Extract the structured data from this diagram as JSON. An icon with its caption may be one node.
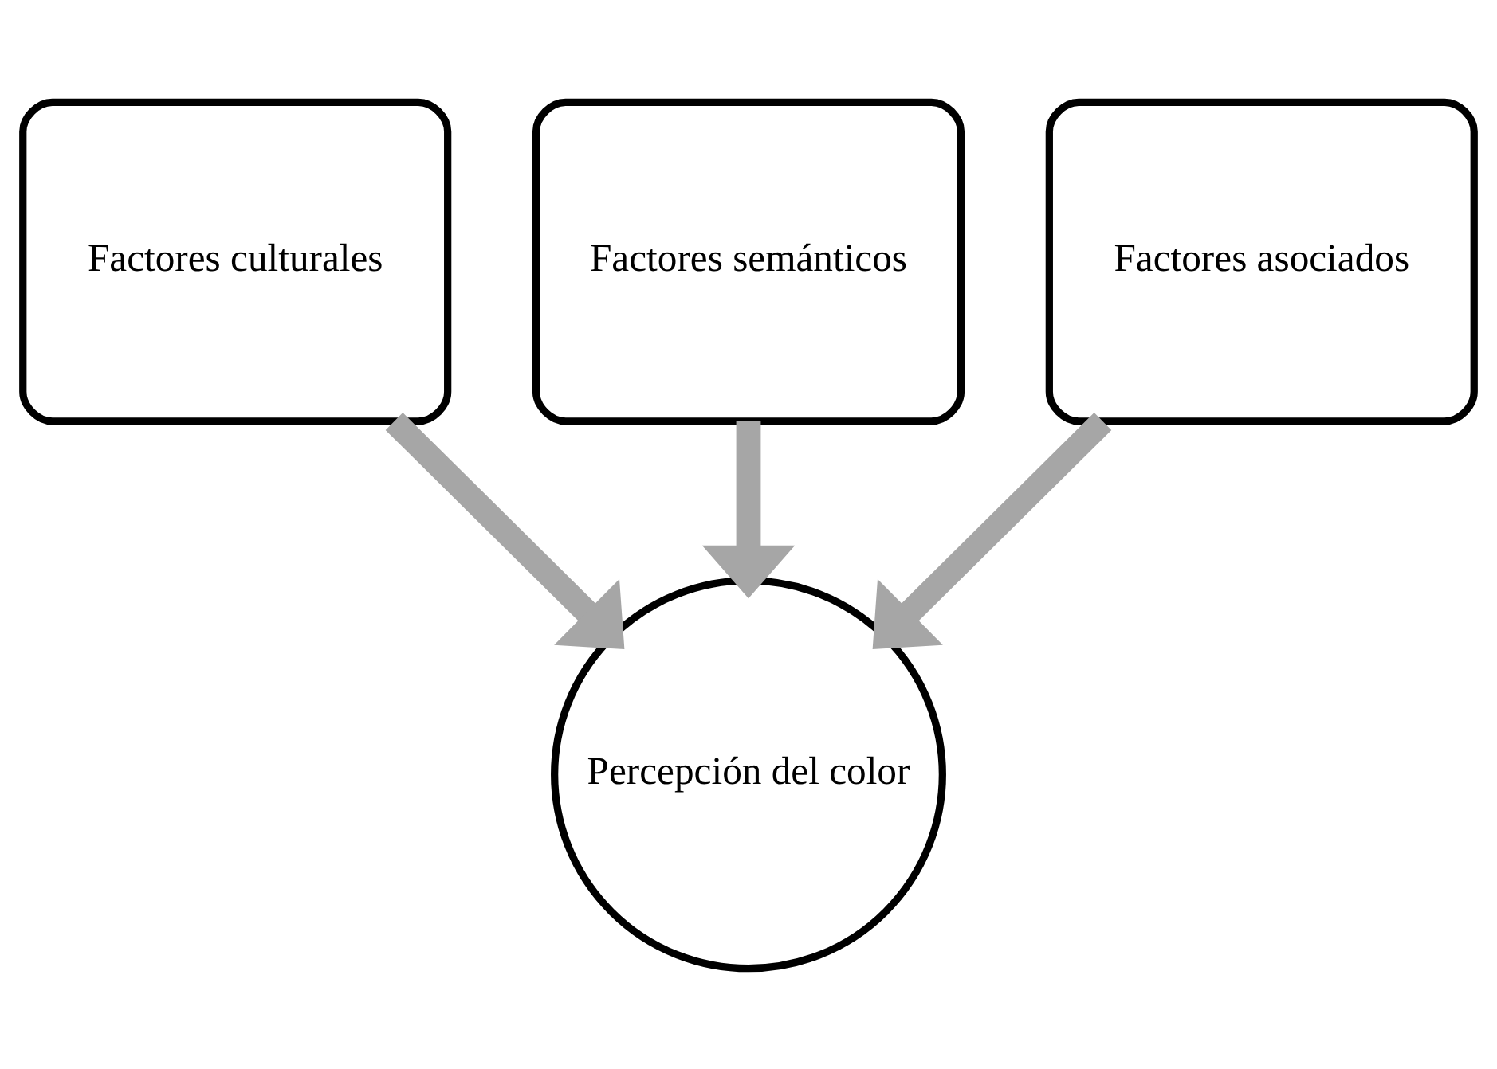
{
  "diagram": {
    "nodes": [
      {
        "text": [
          "Factores semánticos"
        ]
      },
      {
        "text": [
          "Factores culturales"
        ]
      },
      {
        "text": [
          "Factores asociados"
        ]
      },
      {
        "text": [
          "Percepción del color"
        ]
      }
    ],
    "edges": [
      {
        "from": 0,
        "to": 3,
        "arrow": "to"
      },
      {
        "from": 1,
        "to": 3,
        "arrow": "to"
      },
      {
        "from": 2,
        "to": 3,
        "arrow": "to"
      }
    ]
  }
}
